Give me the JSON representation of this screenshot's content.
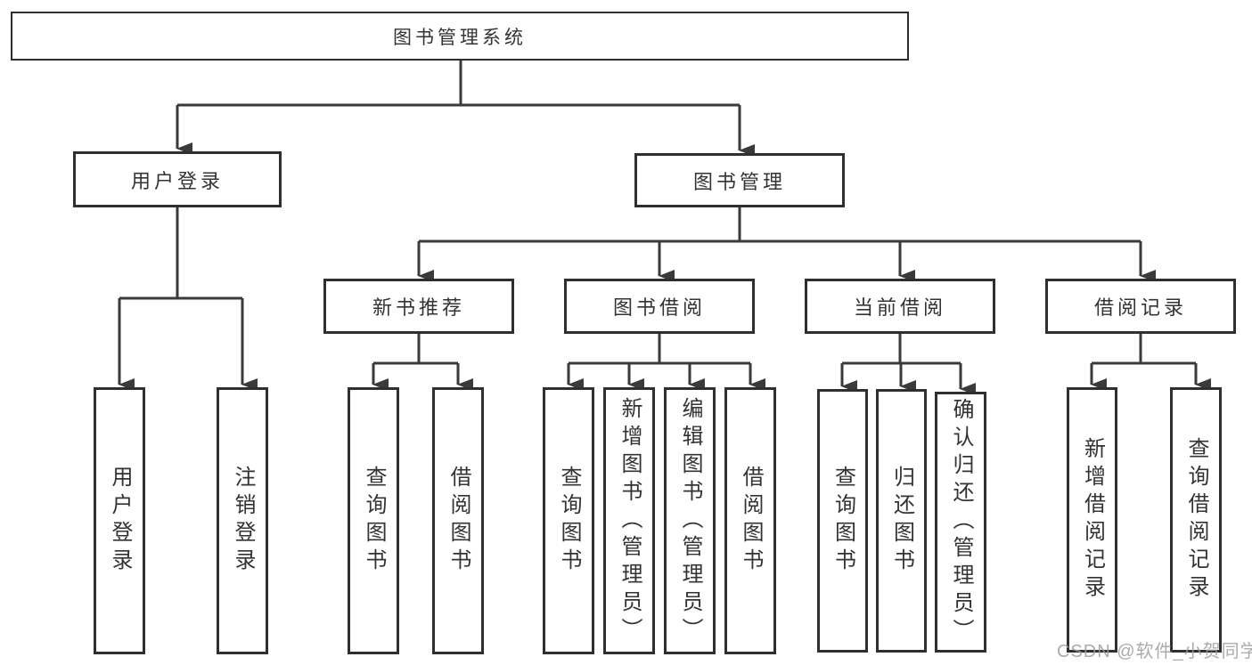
{
  "tree": {
    "label": "图书管理系统",
    "children": [
      {
        "label": "用户登录",
        "children": [
          {
            "label": "用户登录"
          },
          {
            "label": "注销登录"
          }
        ]
      },
      {
        "label": "图书管理",
        "children": [
          {
            "label": "新书推荐",
            "children": [
              {
                "label": "查询图书"
              },
              {
                "label": "借阅图书"
              }
            ]
          },
          {
            "label": "图书借阅",
            "children": [
              {
                "label": "查询图书"
              },
              {
                "label": "新增图书（管理员）"
              },
              {
                "label": "编辑图书（管理员）"
              },
              {
                "label": "借阅图书"
              }
            ]
          },
          {
            "label": "当前借阅",
            "children": [
              {
                "label": "查询图书"
              },
              {
                "label": "归还图书"
              },
              {
                "label": "确认归还（管理员）"
              }
            ]
          },
          {
            "label": "借阅记录",
            "children": [
              {
                "label": "新增借阅记录"
              },
              {
                "label": "查询借阅记录"
              }
            ]
          }
        ]
      }
    ]
  },
  "watermark": {
    "text": "CSDN @软件_小贺同学"
  },
  "colors": {
    "line": "#3a3a3a",
    "border": "#2f2f2f",
    "text": "#333333",
    "watermark": "#9e9b9b",
    "background": "#ffffff"
  }
}
